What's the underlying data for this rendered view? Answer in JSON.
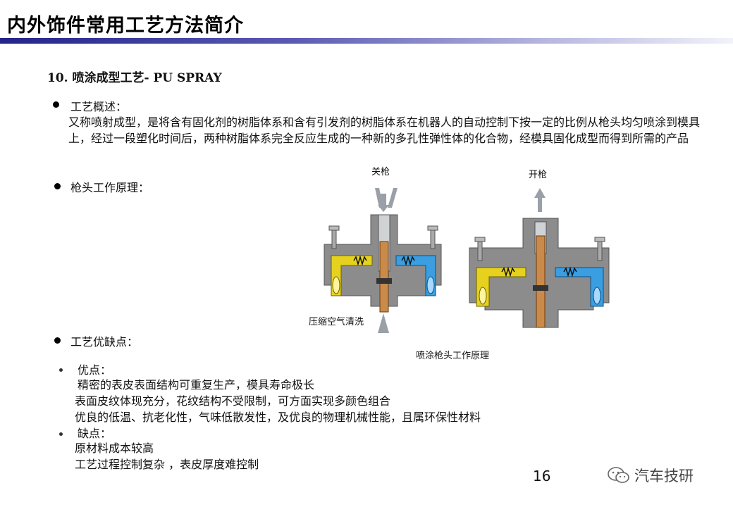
{
  "header": {
    "title": "内外饰件常用工艺方法简介"
  },
  "section": {
    "title": "10.  喷涂成型工艺- PU SPRAY"
  },
  "overview": {
    "label": "工艺概述：",
    "text": "又称喷射成型，是将含有固化剂的树脂体系和含有引发剂的树脂体系在机器人的自动控制下按一定的比例从枪头均匀喷涂到模具上，经过一段塑化时间后，两种树脂体系完全反应生成的一种新的多孔性弹性体的化合物，经模具固化成型而得到所需的产品"
  },
  "principle": {
    "label": "枪头工作原理："
  },
  "figure": {
    "left_label": "关枪",
    "right_label": "开枪",
    "air_label": "压缩空气清洗",
    "caption": "喷涂枪头工作原理",
    "colors": {
      "body": "#8c8c8c",
      "yellow": "#e6d21e",
      "blue": "#3a9ee0",
      "copper": "#c98a4a"
    }
  },
  "pros_cons": {
    "label": "工艺优缺点：",
    "pros_label": "优点：",
    "pros": [
      "精密的表皮表面结构可重复生产，模具寿命极长",
      "表面皮纹体现充分，花纹结构不受限制，可方面实现多颜色组合",
      "优良的低温、抗老化性，气味低散发性，及优良的物理机械性能，且属环保性材料"
    ],
    "cons_label": "缺点：",
    "cons": [
      "原材料成本较高",
      "工艺过程控制复杂 ，表皮厚度难控制"
    ]
  },
  "footer": {
    "page_number": "16",
    "watermark": "汽车技研"
  }
}
